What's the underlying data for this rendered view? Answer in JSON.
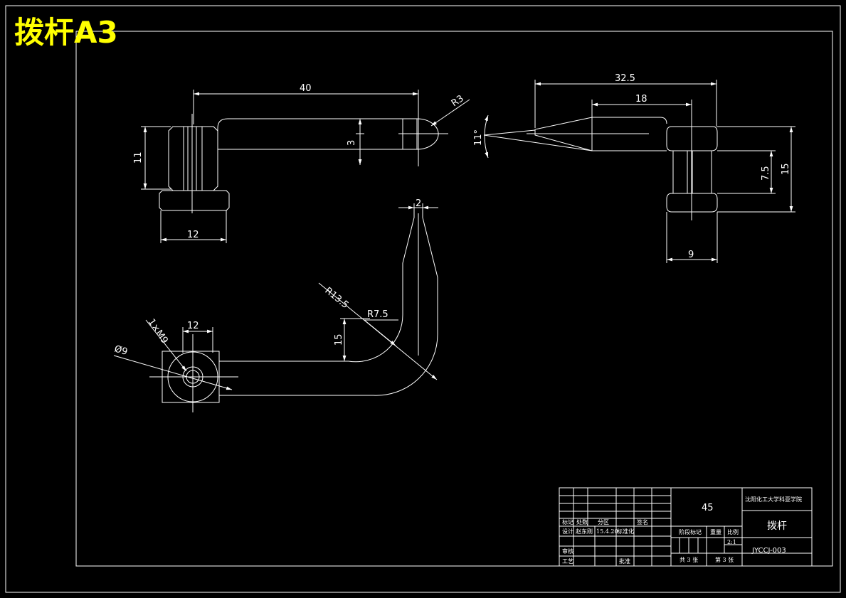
{
  "sheet_title": "拨杆A3",
  "dimensions": {
    "d40": "40",
    "r3": "R3",
    "d3": "3",
    "d11": "11",
    "d12_top": "12",
    "d32_5": "32.5",
    "d18": "18",
    "ang11": "11°",
    "d7_5": "7.5",
    "d15_right": "15",
    "d9": "9",
    "d2": "2",
    "r13_5": "R13.5",
    "r7_5": "R7.5",
    "d15_bottom": "15",
    "d12_bottom": "12",
    "m9": "1×M9",
    "phi9": "Ø9"
  },
  "title_block": {
    "material": "45",
    "school": "沈阳化工大学科亚学院",
    "part_name": "拨杆",
    "drawing_no": "JYCCJ-003",
    "scale": "2:1",
    "header_labels": [
      "标记",
      "处数",
      "分区",
      "签名"
    ],
    "design_label": "设计",
    "designer": "赵东刚",
    "date": "15.4.20",
    "standardize": "标准化",
    "review_label": "审核",
    "process_label": "工艺",
    "approve_label": "批准",
    "stage_label": "阶段标记",
    "weight_label": "重量",
    "scale_label": "比例",
    "total_sheets": "共 3 张",
    "sheet_no": "第 3 张"
  }
}
